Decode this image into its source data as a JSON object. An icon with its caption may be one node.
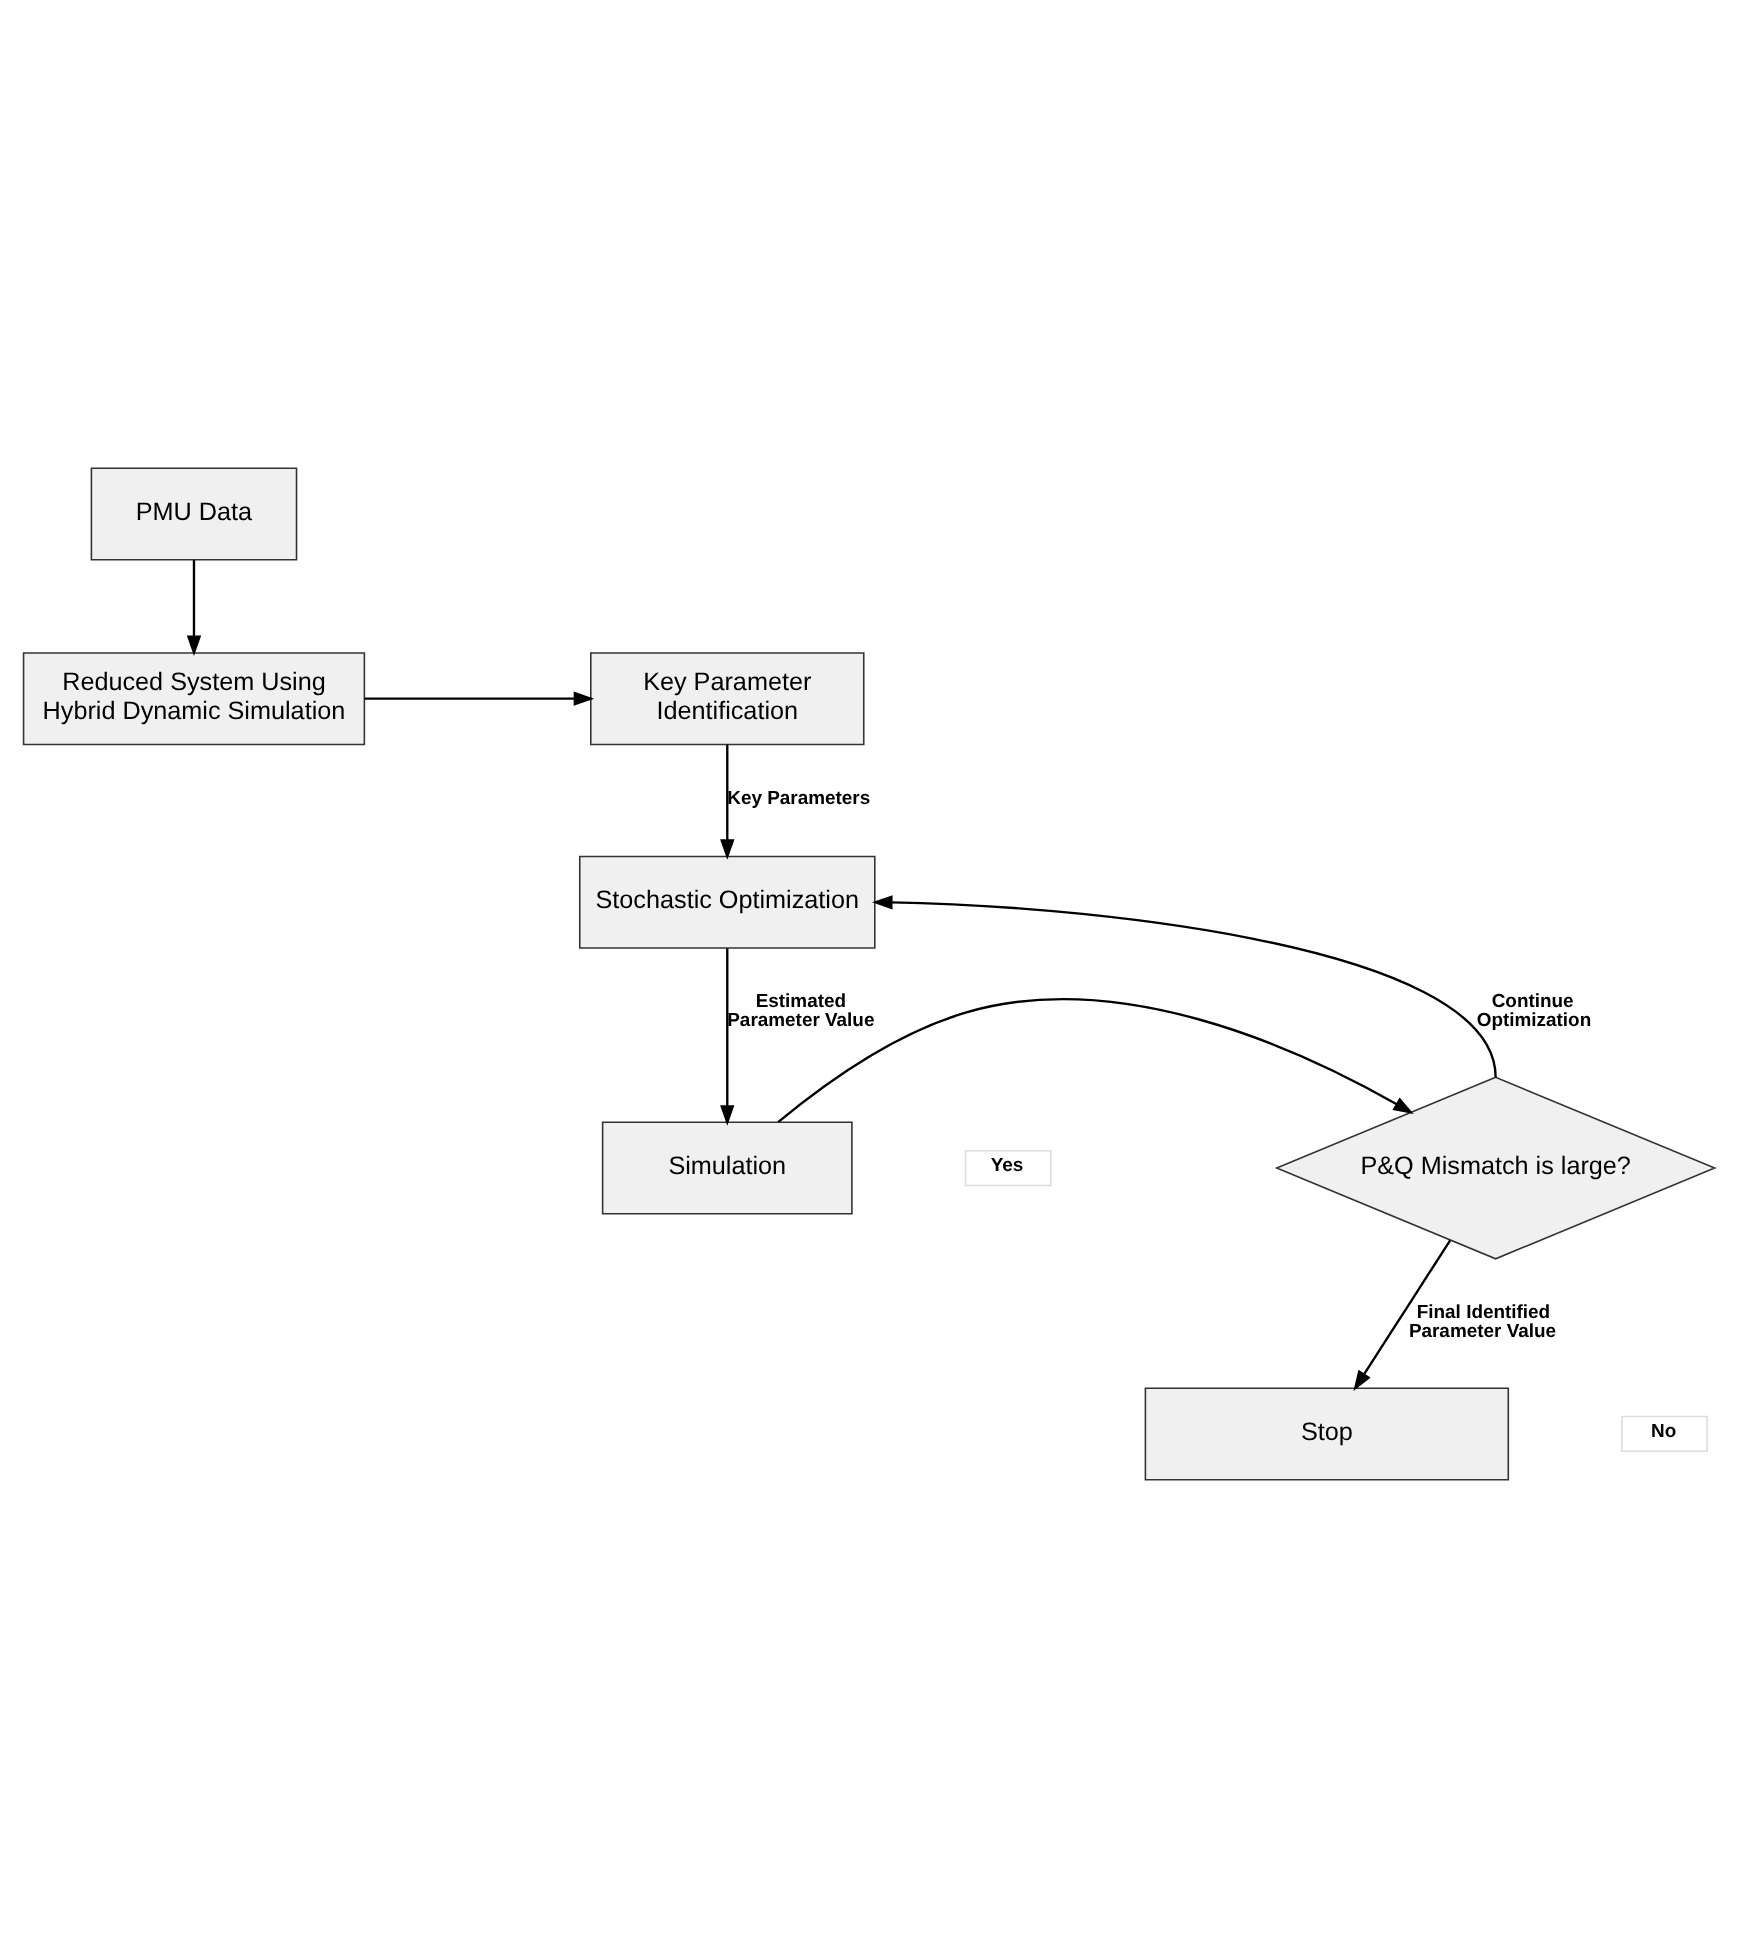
{
  "diagram": {
    "nodes": [
      {
        "text": [
          "PMU Data"
        ]
      },
      {
        "text": [
          "Reduced System Using Hybrid Dynamic Simulation"
        ]
      },
      {
        "text": [
          "Key Parameter Identification"
        ]
      },
      {
        "text": [
          "Stochastic Optimization"
        ]
      },
      {
        "text": [
          "Simulation"
        ]
      },
      {
        "text": [
          "P&Q Mismatch is large?"
        ]
      },
      {
        "text": [
          "Stop"
        ]
      }
    ],
    "edges": [
      {
        "from": 0,
        "to": 1,
        "arrow": "to"
      },
      {
        "from": 1,
        "to": 2,
        "arrow": "to"
      },
      {
        "from": 2,
        "to": 3,
        "arrow": "to",
        "label": "Key Parameters"
      },
      {
        "from": 3,
        "to": 4,
        "arrow": "to",
        "label": "Estimated Parameter Value"
      },
      {
        "from": 4,
        "to": 5,
        "arrow": "to"
      },
      {
        "from": 5,
        "to": 3,
        "arrow": "to",
        "label": "Continue Optimization"
      },
      {
        "from": 5,
        "to": 6,
        "arrow": "to",
        "label": "Final Identified Parameter Value"
      }
    ],
    "labels": [
      "Yes",
      "No"
    ]
  }
}
